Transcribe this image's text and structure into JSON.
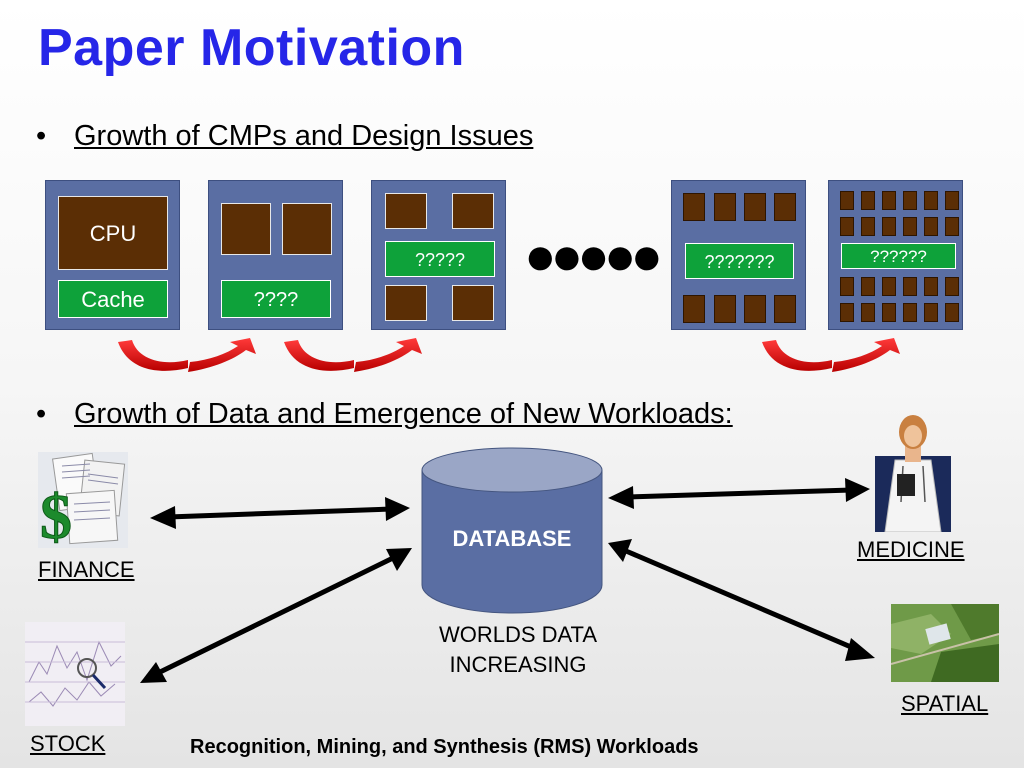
{
  "slide": {
    "title": "Paper Motivation",
    "bullet1": "Growth of CMPs and Design Issues",
    "bullet2": "Growth of Data and Emergence of New Workloads:",
    "bullet_symbol": "•",
    "footer": "Recognition, Mining, and Synthesis (RMS) Workloads"
  },
  "chips": {
    "chip1": {
      "core_label": "CPU",
      "cache_label": "Cache"
    },
    "chip2": {
      "cache_label": "????"
    },
    "chip3": {
      "cache_label": "?????"
    },
    "chip4": {
      "cache_label": "???????"
    },
    "chip5": {
      "cache_label": "??????"
    },
    "ellipsis": "●●●●●"
  },
  "database": {
    "label": "DATABASE",
    "caption_line1": "WORLDS DATA",
    "caption_line2": "INCREASING"
  },
  "workloads": {
    "finance": "FINANCE",
    "stock": "STOCK",
    "medicine": "MEDICINE",
    "spatial": "SPATIAL"
  },
  "colors": {
    "title": "#2626e8",
    "chip": "#5a6ea3",
    "core": "#5b2e05",
    "cache": "#0ea23a",
    "database": "#5a6ea3",
    "arrow_red": "#e00000"
  }
}
